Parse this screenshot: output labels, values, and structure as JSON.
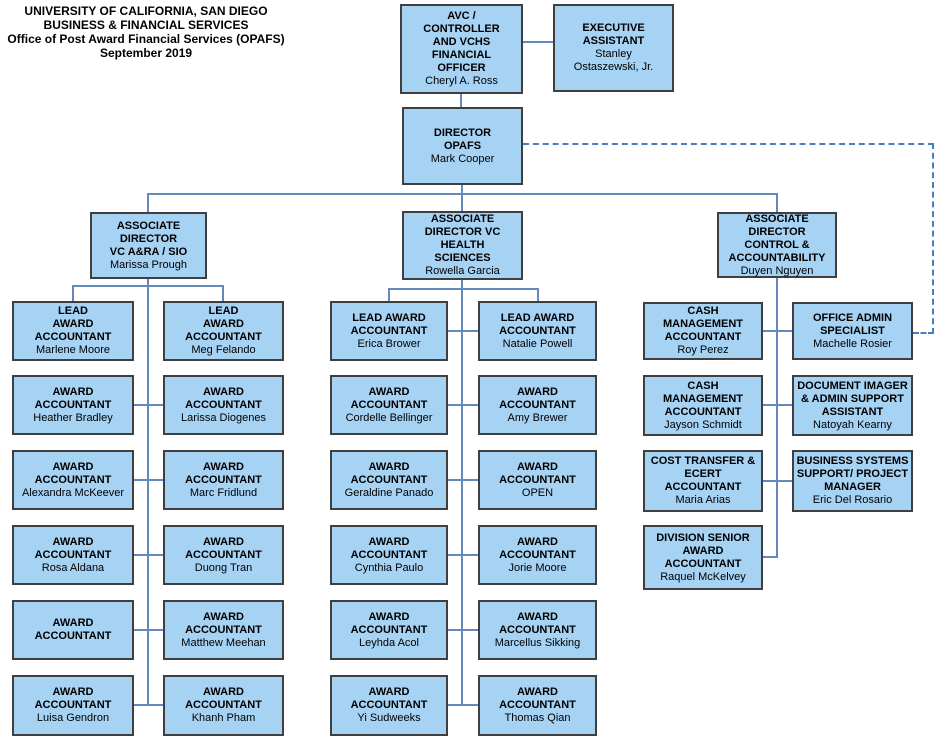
{
  "header": {
    "lines": [
      "UNIVERSITY OF CALIFORNIA, SAN DIEGO",
      "BUSINESS & FINANCIAL SERVICES",
      "Office of Post Award Financial Services (OPAFS)",
      "September 2019"
    ]
  },
  "colors": {
    "box_fill": "#A6D2F4",
    "box_border": "#3F3F3F",
    "connector_solid": "#6389BD",
    "connector_dashed": "#4C7BC0"
  },
  "top": {
    "avc": {
      "title": "AVC /\nCONTROLLER\nAND VCHS\nFINANCIAL\nOFFICER",
      "name": "Cheryl A. Ross"
    },
    "executive_assistant": {
      "title": "EXECUTIVE\nASSISTANT",
      "name": "Stanley\nOstaszewski, Jr."
    },
    "director": {
      "title": "DIRECTOR\nOPAFS",
      "name": "Mark Cooper"
    }
  },
  "groups": [
    {
      "head": {
        "title": "ASSOCIATE\nDIRECTOR\nVC A&RA / SIO",
        "name": "Marissa Prough"
      },
      "members": [
        {
          "title": "LEAD\nAWARD\nACCOUNTANT",
          "name": "Marlene Moore"
        },
        {
          "title": "LEAD\nAWARD\nACCOUNTANT",
          "name": "Meg Felando"
        },
        {
          "title": "AWARD\nACCOUNTANT",
          "name": "Heather Bradley"
        },
        {
          "title": "AWARD\nACCOUNTANT",
          "name": "Larissa Diogenes"
        },
        {
          "title": "AWARD\nACCOUNTANT",
          "name": "Alexandra McKeever"
        },
        {
          "title": "AWARD\nACCOUNTANT",
          "name": "Marc Fridlund"
        },
        {
          "title": "AWARD\nACCOUNTANT",
          "name": "Rosa Aldana"
        },
        {
          "title": "AWARD\nACCOUNTANT",
          "name": "Duong Tran"
        },
        {
          "title": "AWARD\nACCOUNTANT",
          "name": ""
        },
        {
          "title": "AWARD\nACCOUNTANT",
          "name": "Matthew Meehan"
        },
        {
          "title": "AWARD\nACCOUNTANT",
          "name": "Luisa Gendron"
        },
        {
          "title": "AWARD\nACCOUNTANT",
          "name": "Khanh Pham"
        }
      ]
    },
    {
      "head": {
        "title": "ASSOCIATE\nDIRECTOR VC\nHEALTH\nSCIENCES",
        "name": "Rowella Garcia"
      },
      "members": [
        {
          "title": "LEAD AWARD\nACCOUNTANT",
          "name": "Erica Brower"
        },
        {
          "title": "LEAD AWARD\nACCOUNTANT",
          "name": "Natalie Powell"
        },
        {
          "title": "AWARD\nACCOUNTANT",
          "name": "Cordelle Bellinger"
        },
        {
          "title": "AWARD\nACCOUNTANT",
          "name": "Amy Brewer"
        },
        {
          "title": "AWARD\nACCOUNTANT",
          "name": "Geraldine Panado"
        },
        {
          "title": "AWARD\nACCOUNTANT",
          "name": "OPEN"
        },
        {
          "title": "AWARD\nACCOUNTANT",
          "name": "Cynthia Paulo"
        },
        {
          "title": "AWARD\nACCOUNTANT",
          "name": "Jorie Moore"
        },
        {
          "title": "AWARD\nACCOUNTANT",
          "name": "Leyhda Acol"
        },
        {
          "title": "AWARD\nACCOUNTANT",
          "name": "Marcellus Sikking"
        },
        {
          "title": "AWARD\nACCOUNTANT",
          "name": "Yi Sudweeks"
        },
        {
          "title": "AWARD\nACCOUNTANT",
          "name": "Thomas Qian"
        }
      ]
    },
    {
      "head": {
        "title": "ASSOCIATE\nDIRECTOR\nCONTROL &\nACCOUNTABILITY",
        "name": "Duyen Nguyen"
      },
      "members": [
        {
          "title": "CASH\nMANAGEMENT\nACCOUNTANT",
          "name": "Roy Perez"
        },
        {
          "title": "OFFICE ADMIN\nSPECIALIST",
          "name": "Machelle Rosier"
        },
        {
          "title": "CASH\nMANAGEMENT\nACCOUNTANT",
          "name": "Jayson Schmidt"
        },
        {
          "title": "DOCUMENT IMAGER\n& ADMIN SUPPORT\nASSISTANT",
          "name": "Natoyah Kearny"
        },
        {
          "title": "COST TRANSFER &\nECERT\nACCOUNTANT",
          "name": "Maria Arias"
        },
        {
          "title": "BUSINESS SYSTEMS\nSUPPORT/ PROJECT\nMANAGER",
          "name": "Eric Del Rosario"
        },
        {
          "title": "DIVISION SENIOR\nAWARD\nACCOUNTANT",
          "name": "Raquel McKelvey"
        }
      ]
    }
  ]
}
